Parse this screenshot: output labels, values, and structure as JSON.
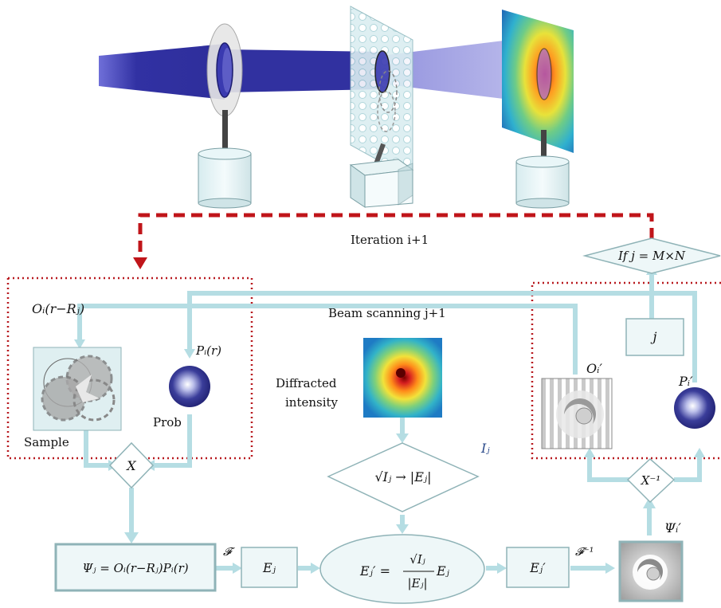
{
  "labels": {
    "iteration": "Iteration i+1",
    "condition": "If j = M×N",
    "j_box": "j",
    "beam_scanning": "Beam scanning j+1",
    "object_fn": "Oᵢ(r−Rⱼ)",
    "probe_fn": "Pᵢ(r)",
    "prob": "Prob",
    "sample": "Sample",
    "diffracted": "Diffracted",
    "intensity": "intensity",
    "Ij": "Iⱼ",
    "O_prime": "Oᵢ′",
    "P_prime": "Pᵢ′",
    "X": "X",
    "X_inv": "X⁻¹",
    "modulus": "√Iⱼ → |Eⱼ|",
    "psi": "Ψⱼ = Oᵢ(r−Rⱼ)Pᵢ(r)",
    "F": "𝓕",
    "Ej": "Eⱼ",
    "update_lhs": "Eⱼ′ =",
    "update_num": "√Iⱼ",
    "update_den": "|Eⱼ|",
    "update_rhs": "Eⱼ",
    "Ej_prime": "Eⱼ′",
    "F_inv": "𝓕⁻¹",
    "psi_prime": "Ψᵢ′"
  },
  "colors": {
    "flow": "#b5dde3",
    "box_stroke": "#8fb3b7",
    "box_fill": "#eef7f8",
    "dashed_red": "#c0151a",
    "dotted_red": "#b8191f",
    "beam": "#3a3aa8",
    "probe": "#2b2c7e"
  },
  "icons": [
    "lens-holder",
    "scanned-sample-plate",
    "detector-screen",
    "probe-sphere",
    "object-pattern"
  ]
}
